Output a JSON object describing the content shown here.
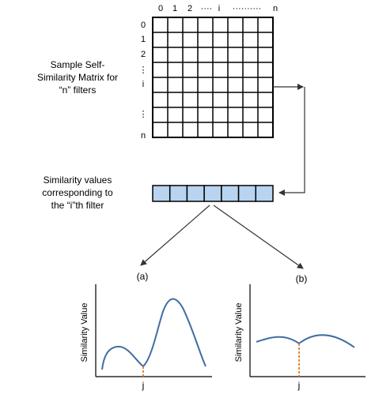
{
  "matrix": {
    "label_lines": [
      "Sample Self-",
      "Similarity Matrix for",
      "“n” filters"
    ],
    "column_labels": [
      "0",
      "1",
      "2",
      "····",
      "i",
      "··········",
      "n"
    ],
    "row_labels": [
      "0",
      "1",
      "2",
      "⋮",
      "i",
      "⋮",
      "n"
    ]
  },
  "vector": {
    "label_lines": [
      "Similarity values",
      "corresponding to",
      "the “i”th filter"
    ],
    "cell_count": 7,
    "fill_color": "#b8d4f0"
  },
  "branch_labels": [
    "(a)",
    "(b)"
  ],
  "plot_a": {
    "y_axis_title": "Similarity Value",
    "x_marker_label": "j"
  },
  "plot_b": {
    "y_axis_title": "Similarity Value",
    "x_marker_label": "j"
  },
  "colors": {
    "curve": "#3f6ea3",
    "marker_line": "#e07a1f",
    "grid": "#000000"
  }
}
